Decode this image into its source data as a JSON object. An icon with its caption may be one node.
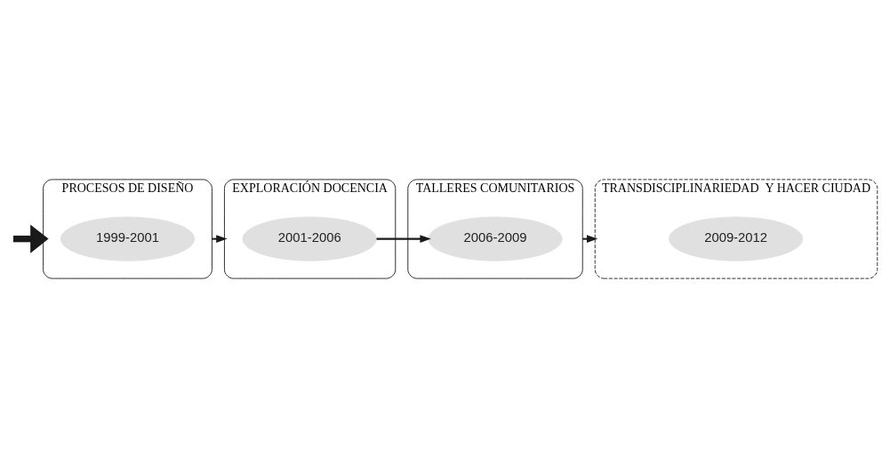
{
  "diagram": {
    "nodes": [
      {
        "text": [
          "TRANSDISCIPLINARIEDAD  Y HACER CIUDAD"
        ]
      },
      {
        "text": [
          "2009-2012"
        ],
        "in": 0
      },
      {
        "text": [
          "PROCESOS DE DISEÑO"
        ]
      },
      {
        "text": [
          "1999-2001"
        ],
        "in": 2
      },
      {
        "text": [
          "TALLERES COMUNITARIOS"
        ]
      },
      {
        "text": [
          "2006-2009"
        ],
        "in": 4
      },
      {
        "text": [
          "EXPLORACIÓN DOCENCIA"
        ]
      },
      {
        "text": [
          "2001-2006"
        ],
        "in": 6
      }
    ],
    "edges": [
      {
        "from": null,
        "to": 2,
        "arrow": "to",
        "style": "thick"
      },
      {
        "from": 2,
        "to": 6,
        "arrow": "to"
      },
      {
        "from": 7,
        "to": 5,
        "arrow": "to"
      },
      {
        "from": 4,
        "to": 0,
        "arrow": "to"
      }
    ]
  }
}
